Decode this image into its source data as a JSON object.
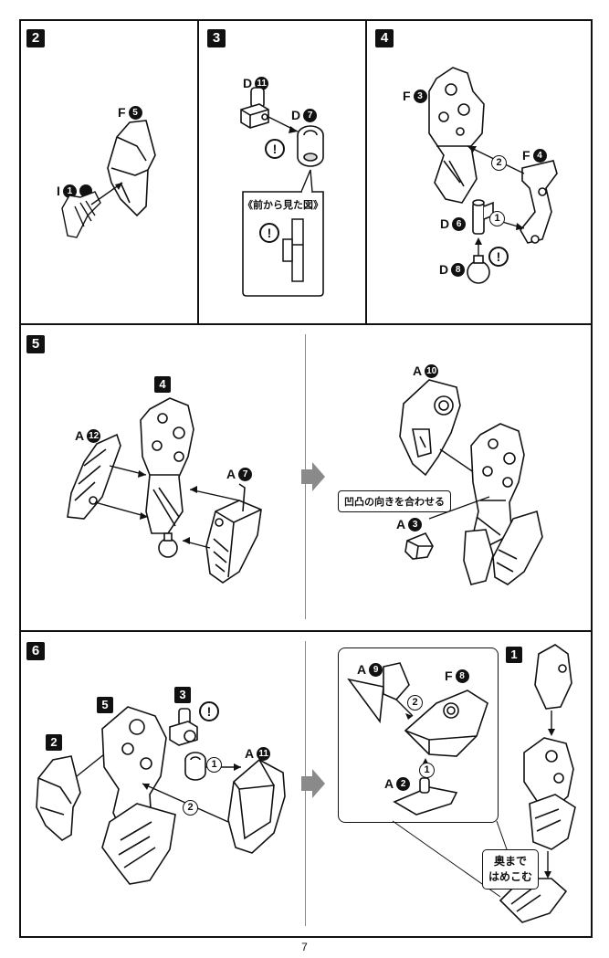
{
  "page": {
    "number": "7"
  },
  "steps": {
    "s2": {
      "step": "2",
      "labels": {
        "f": {
          "letter": "F",
          "num": "5"
        },
        "i": {
          "letter": "I",
          "num": "1"
        }
      }
    },
    "s3": {
      "step": "3",
      "labels": {
        "d11": {
          "letter": "D",
          "num": "11"
        },
        "d7": {
          "letter": "D",
          "num": "7"
        }
      },
      "front_view": "《前から見た図》",
      "warning": "!"
    },
    "s4": {
      "step": "4",
      "labels": {
        "f3": {
          "letter": "F",
          "num": "3"
        },
        "f4": {
          "letter": "F",
          "num": "4"
        },
        "d6": {
          "letter": "D",
          "num": "6"
        },
        "d8": {
          "letter": "D",
          "num": "8"
        }
      },
      "order": [
        "1",
        "2"
      ],
      "warning": "!"
    },
    "s5": {
      "step": "5",
      "ref": "4",
      "labels": {
        "a12": {
          "letter": "A",
          "num": "12"
        },
        "a7": {
          "letter": "A",
          "num": "7"
        },
        "a10": {
          "letter": "A",
          "num": "10"
        },
        "a3": {
          "letter": "A",
          "num": "3"
        }
      },
      "callout": "凹凸の向きを合わせる"
    },
    "s6": {
      "step": "6",
      "refs": {
        "r2": "2",
        "r5": "5",
        "r3": "3",
        "r1": "1"
      },
      "labels": {
        "a11": {
          "letter": "A",
          "num": "11"
        },
        "a9": {
          "letter": "A",
          "num": "9"
        },
        "f8": {
          "letter": "F",
          "num": "8"
        },
        "a2": {
          "letter": "A",
          "num": "2"
        }
      },
      "order": [
        "1",
        "2"
      ],
      "note_line1": "奥まで",
      "note_line2": "はめこむ",
      "warning": "!"
    }
  },
  "colors": {
    "ink": "#111111",
    "part_fill": "#ffffff",
    "part_shade": "#d8d8d8",
    "arrow_gray": "#8a8a8a"
  }
}
